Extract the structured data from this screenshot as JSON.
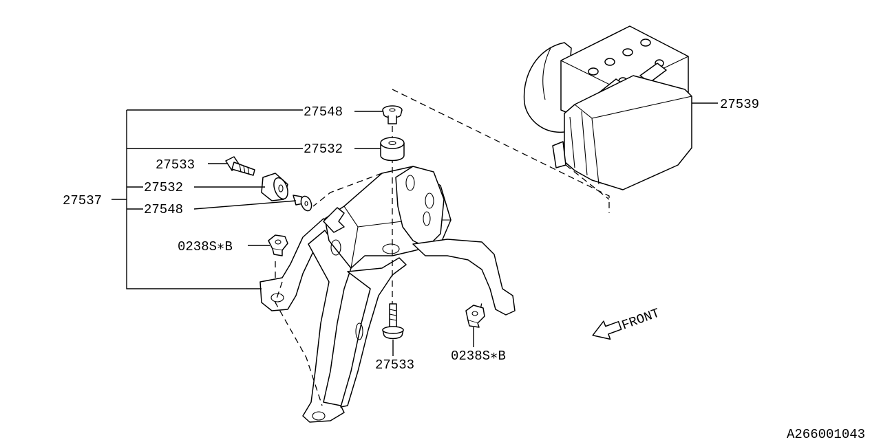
{
  "diagram": {
    "labels": {
      "bolt_cap_top": "27548",
      "bushing_top": "27532",
      "bolt_side": "27533",
      "bushing_side": "27532",
      "bracket_assembly": "27537",
      "bolt_cap_side": "27548",
      "nut_left": "0238S∗B",
      "hydraulic_unit": "27539",
      "bolt_bottom": "27533",
      "nut_right": "0238S∗B",
      "front_indicator": "FRONT",
      "drawing_number": "A266001043"
    },
    "icons": {
      "front_arrow": "front-arrow-icon"
    }
  }
}
